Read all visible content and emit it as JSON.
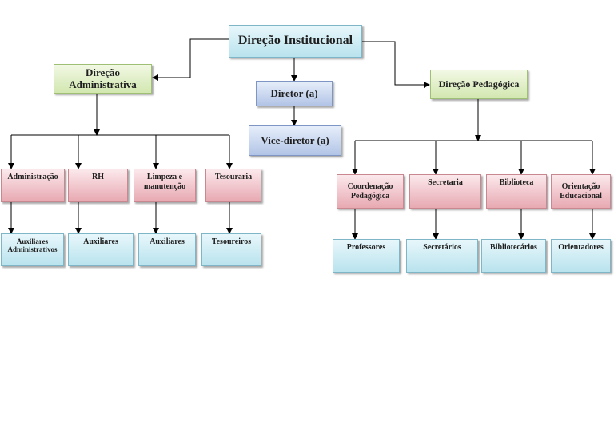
{
  "org": {
    "direcao_institucional": "Direção Institucional",
    "direcao_administrativa": "Direção Administrativa",
    "diretor": "Diretor (a)",
    "vice_diretor": "Vice-diretor (a)",
    "direcao_pedagogica": "Direção Pedagógica",
    "administrativa": [
      {
        "label": "Administração",
        "child": "Auxiliares Administrativos"
      },
      {
        "label": "RH",
        "child": "Auxiliares"
      },
      {
        "label": "Limpeza e manutenção",
        "child": "Auxiliares"
      },
      {
        "label": "Tesouraria",
        "child": "Tesoureiros"
      }
    ],
    "pedagogica": [
      {
        "label": "Coordenação Pedagógica",
        "child": "Professores"
      },
      {
        "label": "Secretaria",
        "child": "Secretários"
      },
      {
        "label": "Biblioteca",
        "child": "Bibliotecários"
      },
      {
        "label": "Orientação Educacional",
        "child": "Orientadores"
      }
    ]
  }
}
